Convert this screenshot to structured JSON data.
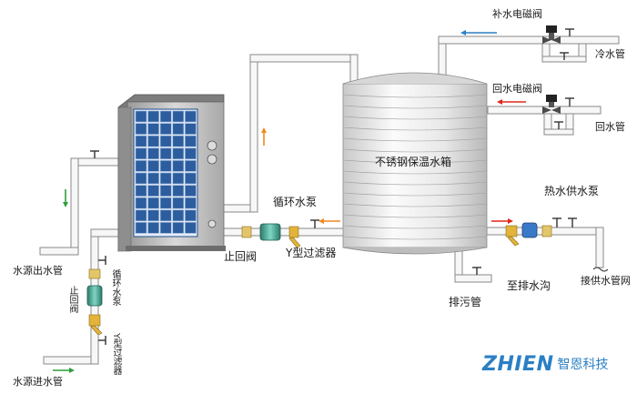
{
  "labels": {
    "tank": "不锈钢保温水箱",
    "makeup_valve": "补水电磁阀",
    "cold_pipe": "冷水管",
    "return_valve": "回水电磁阀",
    "return_pipe": "回水管",
    "hot_pump": "热水供水泵",
    "supply_network": "接供水管网",
    "drain_ditch": "至排水沟",
    "sewage_pipe": "排污管",
    "circ_pump": "循环水泵",
    "check_valve": "止回阀",
    "y_filter": "Y型过滤器",
    "source_out": "水源出水管",
    "source_in": "水源进水管",
    "v_circ_pump": "循环水泵",
    "v_check_valve": "止回阀",
    "v_y_filter": "Y型过滤器"
  },
  "brand": {
    "en": "ZHIEN",
    "cn": "智恩科技"
  },
  "colors": {
    "pipe_fill": "#f7f7f7",
    "pipe_edge": "#8a8a8a",
    "tank_light": "#fbfbfb",
    "tank_dark": "#c4c4c4",
    "grid_blue": "#1f4e8c",
    "arrow_red": "#e0261b",
    "arrow_green": "#2e9e3a",
    "arrow_blue": "#2b7fc4",
    "arrow_orange": "#f0891e",
    "brand_blue": "#2b7fc4"
  },
  "icons": [
    "pump-icon",
    "valve-icon",
    "filter-icon",
    "solenoid-valve-icon",
    "flow-arrow-icon"
  ]
}
